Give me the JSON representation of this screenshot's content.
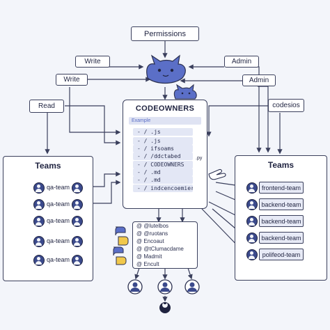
{
  "top": {
    "permissions": "Permissions"
  },
  "labels": {
    "write_top": "Write",
    "write_left": "Write",
    "admin_top": "Admin",
    "admin_right": "Admin",
    "read": "Read",
    "codesios": "codesios"
  },
  "codeowners": {
    "title": "CODEOWNERS",
    "example": "Example",
    "lines": [
      "- / .js",
      "- / .js",
      "- / ifsoams",
      "- / /ddctabed",
      "- / CODEOWNERS",
      "- / .md",
      "- / .md",
      "- / indcencoemiers"
    ],
    "file_tag": ".py"
  },
  "teams_left": {
    "title": "Teams",
    "items": [
      "qa-team",
      "qa-team",
      "qa-team",
      "qa-team",
      "qa-team"
    ]
  },
  "teams_right": {
    "title": "Teams",
    "items": [
      "frontend-team",
      "backend-team",
      "backend-team",
      "backend-team",
      "polifeod-team"
    ]
  },
  "list": {
    "items": [
      "@ @lutelbos",
      "@ @ruotans",
      "@ Encoaut",
      "@ @tClumacdame",
      "@ Madmit",
      "@ Encult"
    ]
  },
  "colors": {
    "accent": "#5b6fc7",
    "line": "#3a3f5c",
    "panel_bg": "#ffffff",
    "pill_bg": "#e7eaf6"
  }
}
